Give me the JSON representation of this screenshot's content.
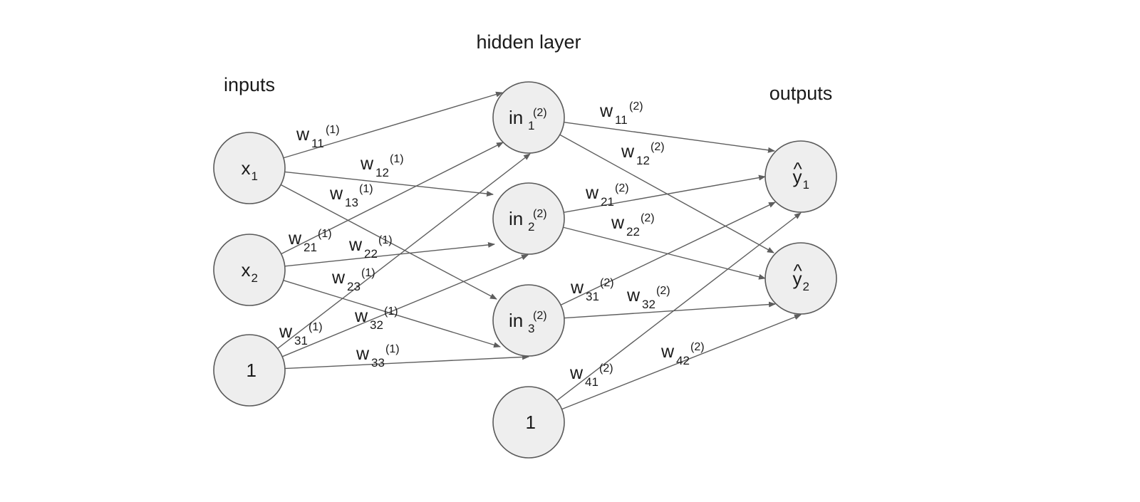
{
  "diagram": {
    "group_labels": {
      "inputs": "inputs",
      "hidden": "hidden layer",
      "outputs": "outputs"
    },
    "nodes": [
      {
        "id": "x1",
        "main": "x",
        "sub": "1",
        "sup": ""
      },
      {
        "id": "x2",
        "main": "x",
        "sub": "2",
        "sup": ""
      },
      {
        "id": "b1",
        "main": "1",
        "sub": "",
        "sup": ""
      },
      {
        "id": "in1",
        "main": "in",
        "sub": "1",
        "sup": "(2)"
      },
      {
        "id": "in2",
        "main": "in",
        "sub": "2",
        "sup": "(2)"
      },
      {
        "id": "in3",
        "main": "in",
        "sub": "3",
        "sup": "(2)"
      },
      {
        "id": "b2",
        "main": "1",
        "sub": "",
        "sup": ""
      },
      {
        "id": "y1",
        "main": "y",
        "sub": "1",
        "sup": "",
        "hat": "^"
      },
      {
        "id": "y2",
        "main": "y",
        "sub": "2",
        "sup": "",
        "hat": "^"
      }
    ],
    "edges": [
      {
        "from": "x1",
        "to": "in1",
        "main": "w",
        "sub": "11",
        "sup": "(1)"
      },
      {
        "from": "x1",
        "to": "in2",
        "main": "w",
        "sub": "12",
        "sup": "(1)"
      },
      {
        "from": "x1",
        "to": "in3",
        "main": "w",
        "sub": "13",
        "sup": "(1)"
      },
      {
        "from": "x2",
        "to": "in1",
        "main": "w",
        "sub": "21",
        "sup": "(1)"
      },
      {
        "from": "x2",
        "to": "in2",
        "main": "w",
        "sub": "22",
        "sup": "(1)"
      },
      {
        "from": "x2",
        "to": "in3",
        "main": "w",
        "sub": "23",
        "sup": "(1)"
      },
      {
        "from": "b1",
        "to": "in1",
        "main": "w",
        "sub": "31",
        "sup": "(1)"
      },
      {
        "from": "b1",
        "to": "in2",
        "main": "w",
        "sub": "32",
        "sup": "(1)"
      },
      {
        "from": "b1",
        "to": "in3",
        "main": "w",
        "sub": "33",
        "sup": "(1)"
      },
      {
        "from": "in1",
        "to": "y1",
        "main": "w",
        "sub": "11",
        "sup": "(2)"
      },
      {
        "from": "in1",
        "to": "y2",
        "main": "w",
        "sub": "12",
        "sup": "(2)"
      },
      {
        "from": "in2",
        "to": "y1",
        "main": "w",
        "sub": "21",
        "sup": "(2)"
      },
      {
        "from": "in2",
        "to": "y2",
        "main": "w",
        "sub": "22",
        "sup": "(2)"
      },
      {
        "from": "in3",
        "to": "y1",
        "main": "w",
        "sub": "31",
        "sup": "(2)"
      },
      {
        "from": "in3",
        "to": "y2",
        "main": "w",
        "sub": "32",
        "sup": "(2)"
      },
      {
        "from": "b2",
        "to": "y1",
        "main": "w",
        "sub": "41",
        "sup": "(2)"
      },
      {
        "from": "b2",
        "to": "y2",
        "main": "w",
        "sub": "42",
        "sup": "(2)"
      }
    ]
  }
}
